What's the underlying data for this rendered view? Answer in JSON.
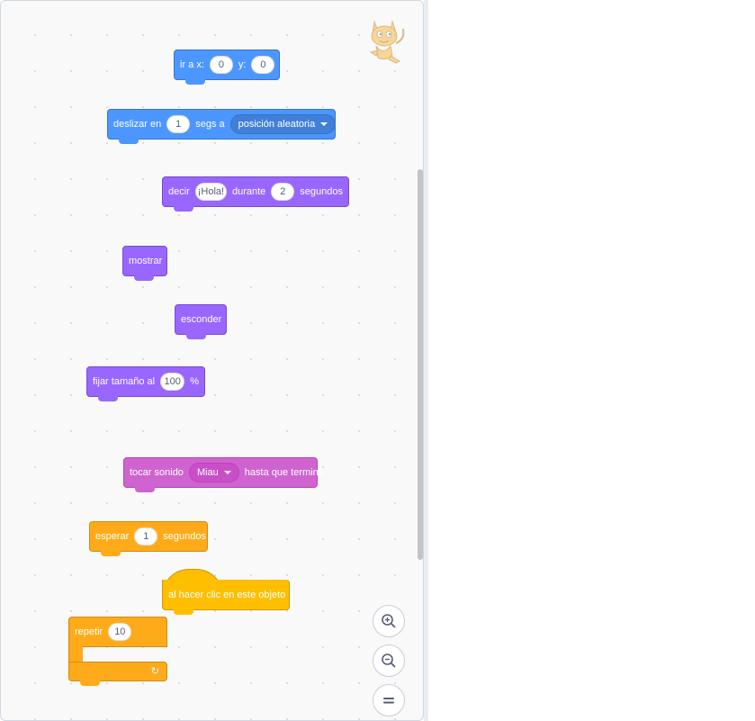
{
  "blocks": {
    "goto": {
      "label": "ir a x:",
      "x_value": "0",
      "y_label": "y:",
      "y_value": "0"
    },
    "glide": {
      "label": "deslizar en",
      "secs_value": "1",
      "secs_label": "segs a",
      "target": "posición aleatoria"
    },
    "say": {
      "label": "decir",
      "message": "¡Hola!",
      "during_label": "durante",
      "secs_value": "2",
      "secs_label": "segundos"
    },
    "show": {
      "label": "mostrar"
    },
    "hide": {
      "label": "esconder"
    },
    "size": {
      "label": "fijar tamaño al",
      "value": "100",
      "unit": "%"
    },
    "play_sound": {
      "label": "tocar sonido",
      "sound": "Miau",
      "until_label": "hasta que termine"
    },
    "wait": {
      "label": "esperar",
      "value": "1",
      "unit": "segundos"
    },
    "when_clicked": {
      "label": "al hacer clic en este objeto"
    },
    "repeat": {
      "label": "repetir",
      "value": "10",
      "loop_icon": "↻"
    }
  },
  "zoom_controls": [
    {
      "name": "zoom-in",
      "icon": "zoom-in-icon"
    },
    {
      "name": "zoom-out",
      "icon": "zoom-out-icon"
    },
    {
      "name": "zoom-reset",
      "icon": "equals-icon"
    }
  ],
  "colors": {
    "motion": "#4c97ff",
    "looks": "#9966ff",
    "sound": "#cf63cf",
    "control": "#ffab19",
    "events": "#ffbf00"
  }
}
